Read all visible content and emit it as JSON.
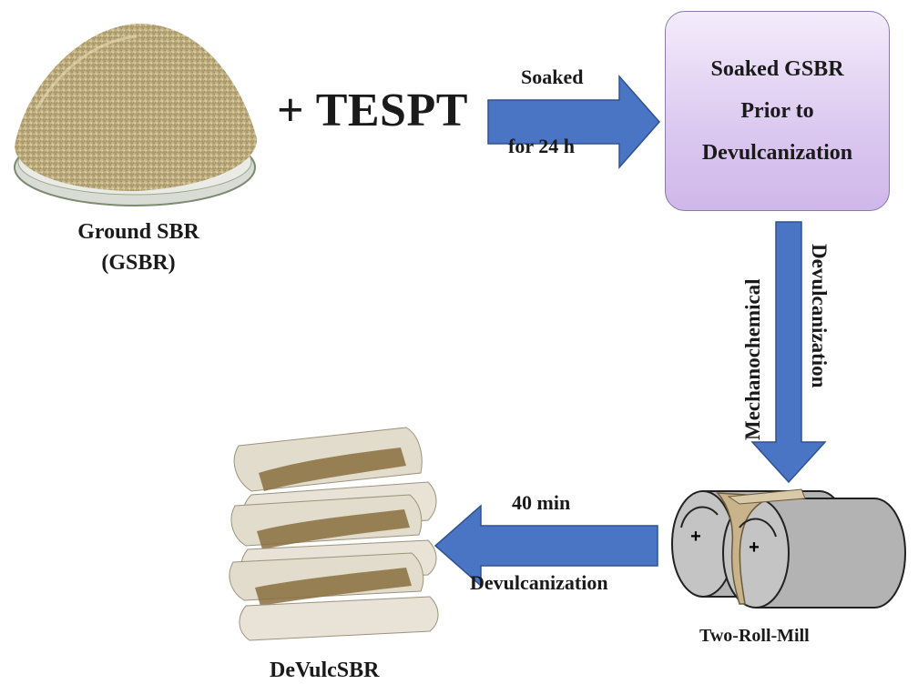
{
  "inputs": {
    "material_label_line1": "Ground SBR",
    "material_label_line2": "(GSBR)",
    "additive": "+ TESPT"
  },
  "arrow_soak": {
    "label_top": "Soaked",
    "label_bottom": "for 24 h"
  },
  "soaked_box": {
    "line1": "Soaked GSBR",
    "line2": "Prior to",
    "line3": "Devulcanization"
  },
  "arrow_down": {
    "label_left": "Mechanochemical",
    "label_right": "Devulcanization"
  },
  "mill": {
    "label": "Two-Roll-Mill",
    "roll_symbol": "+"
  },
  "arrow_left": {
    "label_top": "40 min",
    "label_bottom": "Devulcanization"
  },
  "output": {
    "label": "DeVulcSBR"
  },
  "colors": {
    "arrow_fill": "#4a74c4",
    "arrow_stroke": "#2f528f",
    "box_fill_top": "#f4ecfb",
    "box_fill_bottom": "#cfb8ea",
    "roller_fill": "#b3b3b3",
    "rubber_fill": "#d8c9a8",
    "granule_fill": "#c9b78a"
  }
}
